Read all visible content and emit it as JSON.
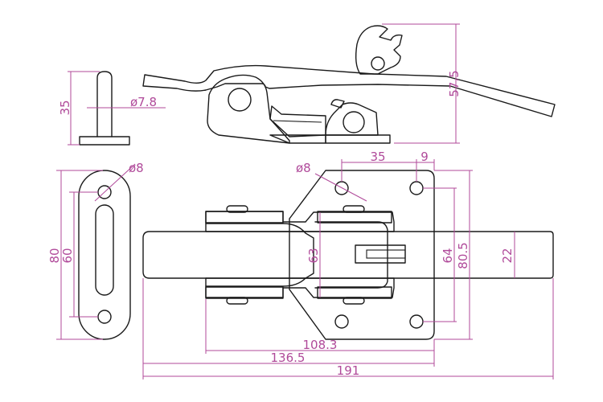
{
  "colors": {
    "line": "#1a1a1a",
    "dimension": "#b04a9a",
    "background": "#ffffff"
  },
  "dimensions": {
    "side_height": "57.5",
    "pin_height": "35",
    "pin_diameter": "ø7.8",
    "top_hole_spacing": "35",
    "top_hole_offset": "9",
    "hole_diameter": "ø8",
    "hole_diameter_left": "ø8",
    "bolt_height": "22",
    "plate_inner_height": "64",
    "plate_outer_height": "80.5",
    "body_height": "63",
    "keeper_outer": "80",
    "keeper_inner": "60",
    "width_108": "108.3",
    "width_136": "136.5",
    "width_191": "191"
  }
}
